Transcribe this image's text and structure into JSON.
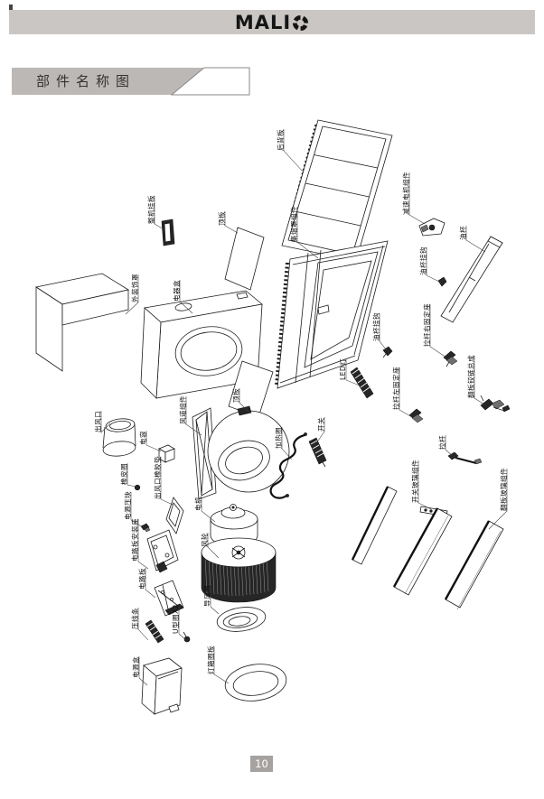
{
  "header": {
    "brand_text": "MALI"
  },
  "title": {
    "text": "部件名称图"
  },
  "page": {
    "number": "10"
  },
  "diagram": {
    "labels": [
      {
        "text": "后背板"
      },
      {
        "text": "整机挂板"
      },
      {
        "text": "顶板"
      },
      {
        "text": "集烟罩组件"
      },
      {
        "text": "减速电机组件"
      },
      {
        "text": "油杯挂钩"
      },
      {
        "text": "油杯"
      },
      {
        "text": "外装饰罩"
      },
      {
        "text": "电器盒"
      },
      {
        "text": "油杯挂钩"
      },
      {
        "text": "拉杆右固定座"
      },
      {
        "text": "拉杆左固定座"
      },
      {
        "text": "翻板铰链总成"
      },
      {
        "text": "LED灯"
      },
      {
        "text": "顶板"
      },
      {
        "text": "出风口"
      },
      {
        "text": "风道组件"
      },
      {
        "text": "电容"
      },
      {
        "text": "加热圈"
      },
      {
        "text": "开关"
      },
      {
        "text": "拉杆"
      },
      {
        "text": "橡皮圈"
      },
      {
        "text": "出风口橡胶垫"
      },
      {
        "text": "电源压块"
      },
      {
        "text": "电机"
      },
      {
        "text": "电路板安装座"
      },
      {
        "text": "电路板"
      },
      {
        "text": "风轮"
      },
      {
        "text": "开关玻璃组件"
      },
      {
        "text": "翻板玻璃组件"
      },
      {
        "text": "压线条"
      },
      {
        "text": "U型圈X2"
      },
      {
        "text": "导风圈"
      },
      {
        "text": "灯箱圈板"
      },
      {
        "text": "电源盒"
      }
    ]
  }
}
